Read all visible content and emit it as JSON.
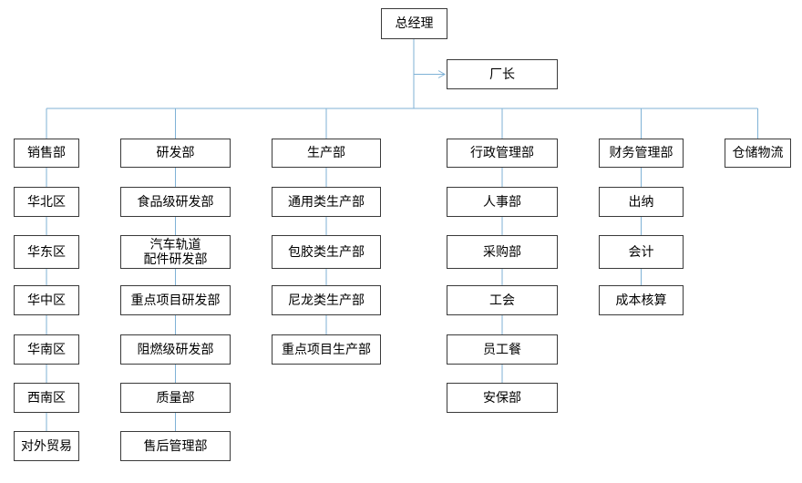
{
  "colors": {
    "connector": "#7fb2d6",
    "border": "#3a3a3a"
  },
  "root": {
    "id": "ceo",
    "label": "总经理"
  },
  "assistant": {
    "id": "factory-director",
    "label": "厂长"
  },
  "departments": [
    {
      "id": "sales",
      "label": "销售部",
      "children": [
        "华北区",
        "华东区",
        "华中区",
        "华南区",
        "西南区",
        "对外贸易"
      ]
    },
    {
      "id": "rnd",
      "label": "研发部",
      "children": [
        "食品级研发部",
        "汽车轨道\n配件研发部",
        "重点项目研发部",
        "阻燃级研发部",
        "质量部",
        "售后管理部"
      ]
    },
    {
      "id": "production",
      "label": "生产部",
      "children": [
        "通用类生产部",
        "包胶类生产部",
        "尼龙类生产部",
        "重点项目生产部"
      ]
    },
    {
      "id": "admin",
      "label": "行政管理部",
      "children": [
        "人事部",
        "采购部",
        "工会",
        "员工餐",
        "安保部"
      ]
    },
    {
      "id": "finance",
      "label": "财务管理部",
      "children": [
        "出纳",
        "会计",
        "成本核算"
      ]
    },
    {
      "id": "logistics",
      "label": "仓储物流",
      "children": []
    }
  ]
}
